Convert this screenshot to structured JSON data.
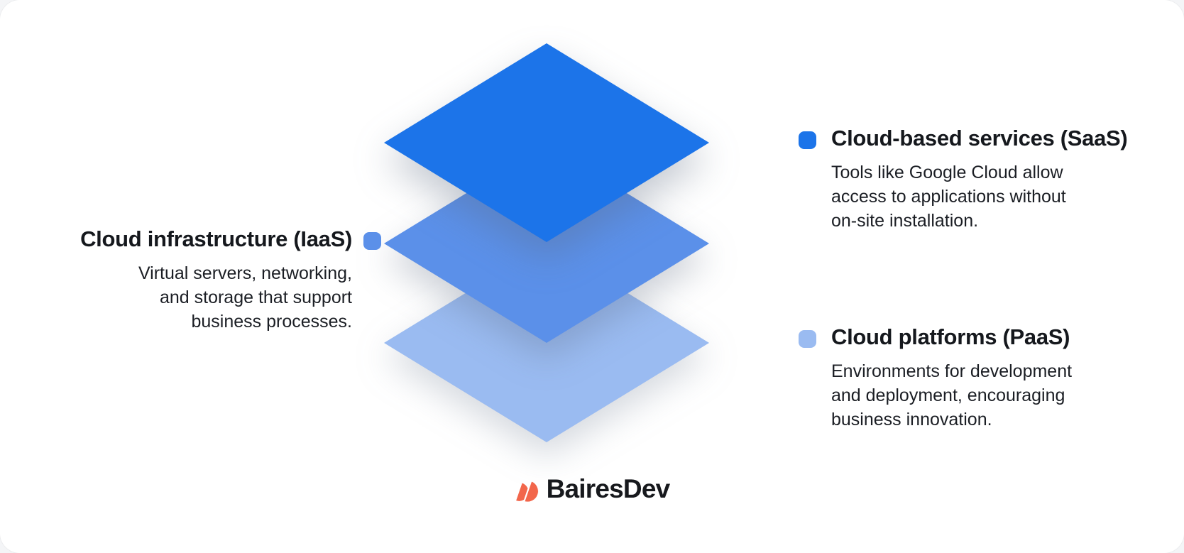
{
  "layers": {
    "saas": {
      "title": "Cloud-based services (SaaS)",
      "description": "Tools like Google Cloud allow\naccess to applications without\non-site installation.",
      "color": "#1C74E9"
    },
    "iaas": {
      "title": "Cloud infrastructure (IaaS)",
      "description": "Virtual servers, networking,\nand storage that support\nbusiness processes.",
      "color": "#5B90E9"
    },
    "paas": {
      "title": "Cloud platforms (PaaS)",
      "description": "Environments for development\nand deployment, encouraging\nbusiness innovation.",
      "color": "#9ABBF1"
    }
  },
  "footer": {
    "brand": "BairesDev",
    "mark_color": "#F2664B"
  },
  "style": {
    "text_color": "#15181d",
    "background": "#ffffff"
  }
}
